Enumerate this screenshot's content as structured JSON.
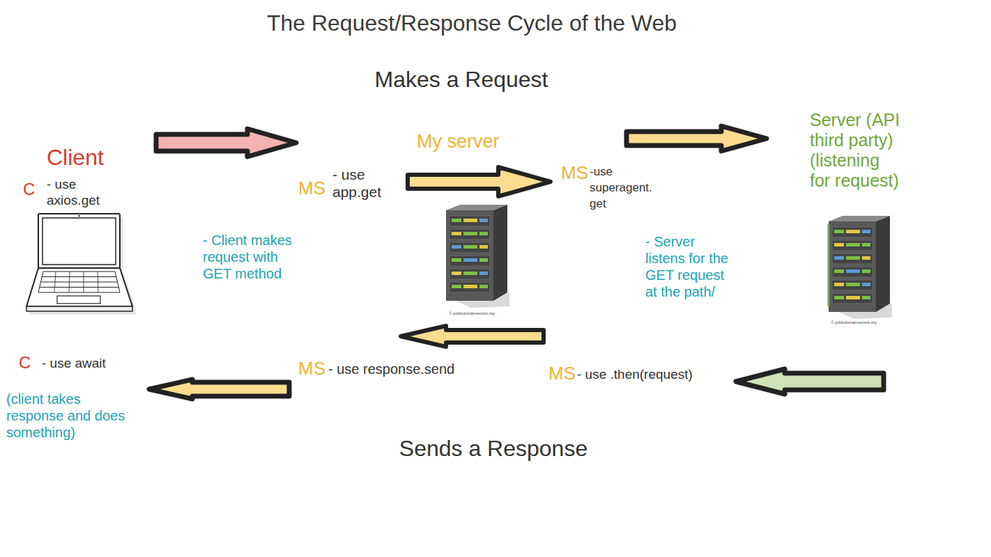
{
  "diagram": {
    "title": "The Request/Response Cycle of the Web",
    "nodes": [
      {
        "text": [
          "Client"
        ]
      },
      {
        "text": [
          "My server"
        ]
      },
      {
        "text": [
          "Server (API third party) (listening for request)"
        ]
      }
    ],
    "edges": [
      {
        "from": 0,
        "to": 1,
        "arrow": "to"
      },
      {
        "from": 1,
        "to": 2,
        "arrow": "to"
      },
      {
        "from": 2,
        "to": 1,
        "arrow": "to"
      },
      {
        "from": 1,
        "to": 0,
        "arrow": "to"
      }
    ],
    "labels": [
      "Makes a Request",
      "C",
      "- use axios.get",
      "MS",
      "- use app.get",
      "MS",
      "-use superagent. get",
      "- Client makes request with GET method",
      "- Server listens for the GET request at the path/",
      "© publicdomainvectors.org",
      "© publicdomainvectors.org",
      "C",
      "- use await",
      "(client takes response and does something)",
      "MS",
      "- use response.send",
      "MS",
      "- use .then(request)",
      "Sends a Response"
    ]
  }
}
